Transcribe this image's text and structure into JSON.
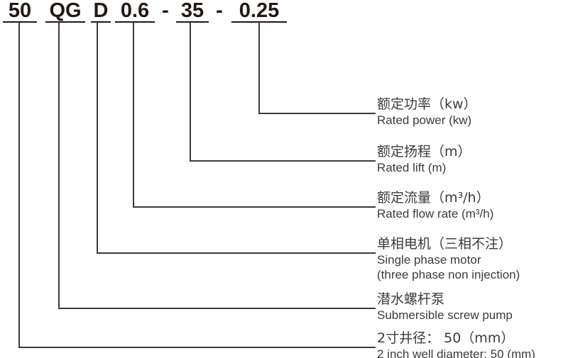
{
  "model_code": {
    "segments": [
      {
        "text": "50",
        "underlined": true
      },
      {
        "text": "QG",
        "underlined": true
      },
      {
        "text": "D",
        "underlined": true
      },
      {
        "text": "0.6",
        "underlined": true
      },
      {
        "text": "-",
        "underlined": false
      },
      {
        "text": "35",
        "underlined": true
      },
      {
        "text": "-",
        "underlined": false
      },
      {
        "text": "0.25",
        "underlined": true
      }
    ]
  },
  "callouts": [
    {
      "cn": "额定功率（kw）",
      "en": [
        "Rated power (kw)"
      ]
    },
    {
      "cn": "额定扬程（m）",
      "en": [
        "Rated lift (m)"
      ]
    },
    {
      "cn": "额定流量（m³/h）",
      "en": [
        "Rated flow rate (m³/h)"
      ]
    },
    {
      "cn": "单相电机（三相不注）",
      "en": [
        "Single phase motor",
        "(three phase non injection)"
      ]
    },
    {
      "cn": "潜水螺杆泵",
      "en": [
        "Submersible screw pump"
      ]
    },
    {
      "cn": "2寸井径： 50（mm）",
      "en": [
        "2 inch well diameter: 50 (mm)"
      ]
    }
  ],
  "colors": {
    "header_text": "#231815",
    "label_text": "#3e3a39",
    "line": "#3e3a39",
    "background": "#ffffff"
  }
}
